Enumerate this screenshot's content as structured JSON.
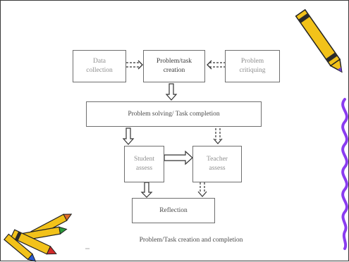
{
  "diagram": {
    "boxes": {
      "data_collection": "Data\ncollection",
      "problem_creation": "Problem/task\ncreation",
      "problem_critiquing": "Problem\ncritiquing",
      "problem_solving": "Problem solving/ Task completion",
      "student_assess": "Student\nassess",
      "teacher_assess": "Teacher\nassess",
      "reflection": "Reflection"
    },
    "caption": "Problem/Task creation and completion"
  },
  "decorations": [
    "crayon-icon",
    "squiggle-line",
    "crayons-cluster-icon"
  ],
  "colors": {
    "crayon_yellow": "#f2c21a",
    "squiggle_purple": "#8a3cf0",
    "box_border": "#6f6f6f"
  }
}
